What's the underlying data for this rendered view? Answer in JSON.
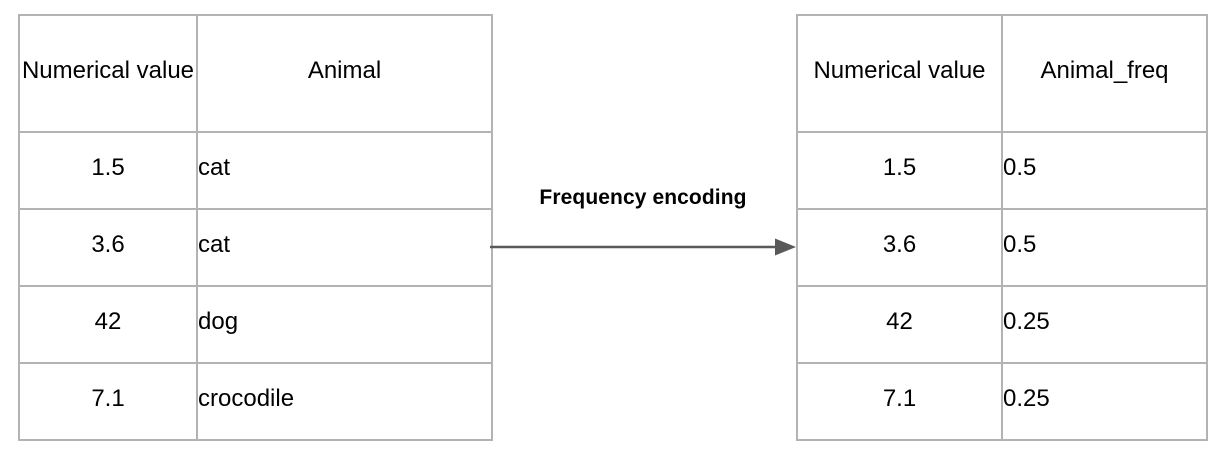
{
  "diagram": {
    "title_label": "Frequency encoding",
    "arrow": {
      "name": "right-arrow",
      "color": "#595959",
      "direction": "left-to-right"
    },
    "border_color": "#b3b3b3",
    "background_color": "#ffffff",
    "text_color": "#000000"
  },
  "input_table": {
    "name": "input-table",
    "headers": [
      "Numerical value",
      "Animal"
    ],
    "rows": [
      {
        "numerical_value": "1.5",
        "animal": "cat"
      },
      {
        "numerical_value": "3.6",
        "animal": "cat"
      },
      {
        "numerical_value": "42",
        "animal": "dog"
      },
      {
        "numerical_value": "7.1",
        "animal": "crocodile"
      }
    ]
  },
  "output_table": {
    "name": "output-table",
    "headers": [
      "Numerical value",
      "Animal_freq"
    ],
    "rows": [
      {
        "numerical_value": "1.5",
        "animal_freq": "0.5"
      },
      {
        "numerical_value": "3.6",
        "animal_freq": "0.5"
      },
      {
        "numerical_value": "42",
        "animal_freq": "0.25"
      },
      {
        "numerical_value": "7.1",
        "animal_freq": "0.25"
      }
    ]
  }
}
